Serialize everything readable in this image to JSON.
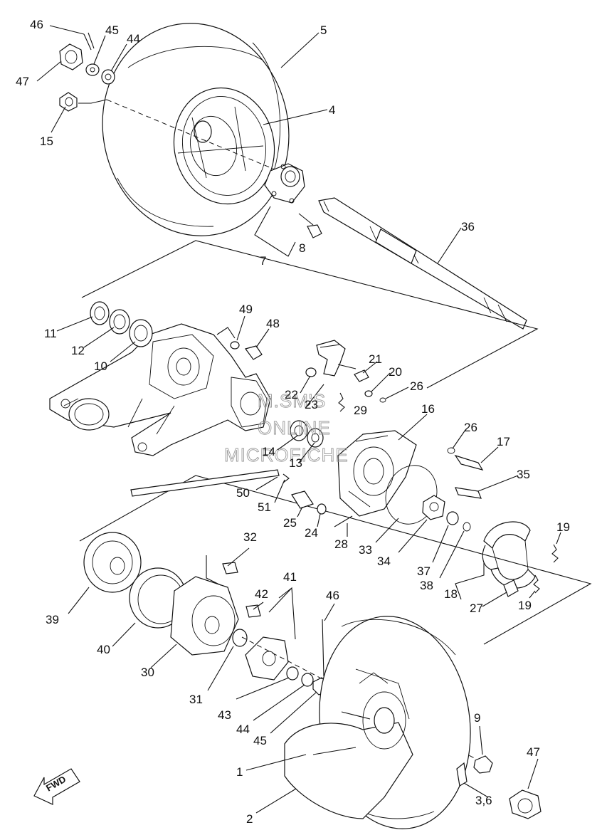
{
  "watermark": {
    "line1": "M.SM'S",
    "line2": "ONLINE",
    "line3": "MICROFICHE"
  },
  "direction_marker": "FWD",
  "callouts": {
    "c1": "1",
    "c2": "2",
    "c36": "3,6",
    "c4": "4",
    "c5": "5",
    "c7": "7",
    "c8": "8",
    "c9": "9",
    "c10": "10",
    "c11": "11",
    "c12": "12",
    "c13": "13",
    "c14": "14",
    "c15": "15",
    "c16": "16",
    "c17": "17",
    "c18": "18",
    "c19a": "19",
    "c19b": "19",
    "c20": "20",
    "c21": "21",
    "c22": "22",
    "c23": "23",
    "c24": "24",
    "c25": "25",
    "c26a": "26",
    "c26b": "26",
    "c27": "27",
    "c28": "28",
    "c29": "29",
    "c30": "30",
    "c31": "31",
    "c32": "32",
    "c33": "33",
    "c34": "34",
    "c35": "35",
    "c36s": "36",
    "c37": "37",
    "c38": "38",
    "c39": "39",
    "c40": "40",
    "c41": "41",
    "c42": "42",
    "c43": "43",
    "c44a": "44",
    "c44b": "44",
    "c45a": "45",
    "c45b": "45",
    "c46a": "46",
    "c46b": "46",
    "c47a": "47",
    "c47b": "47",
    "c48": "48",
    "c49": "49",
    "c50": "50",
    "c51": "51"
  }
}
